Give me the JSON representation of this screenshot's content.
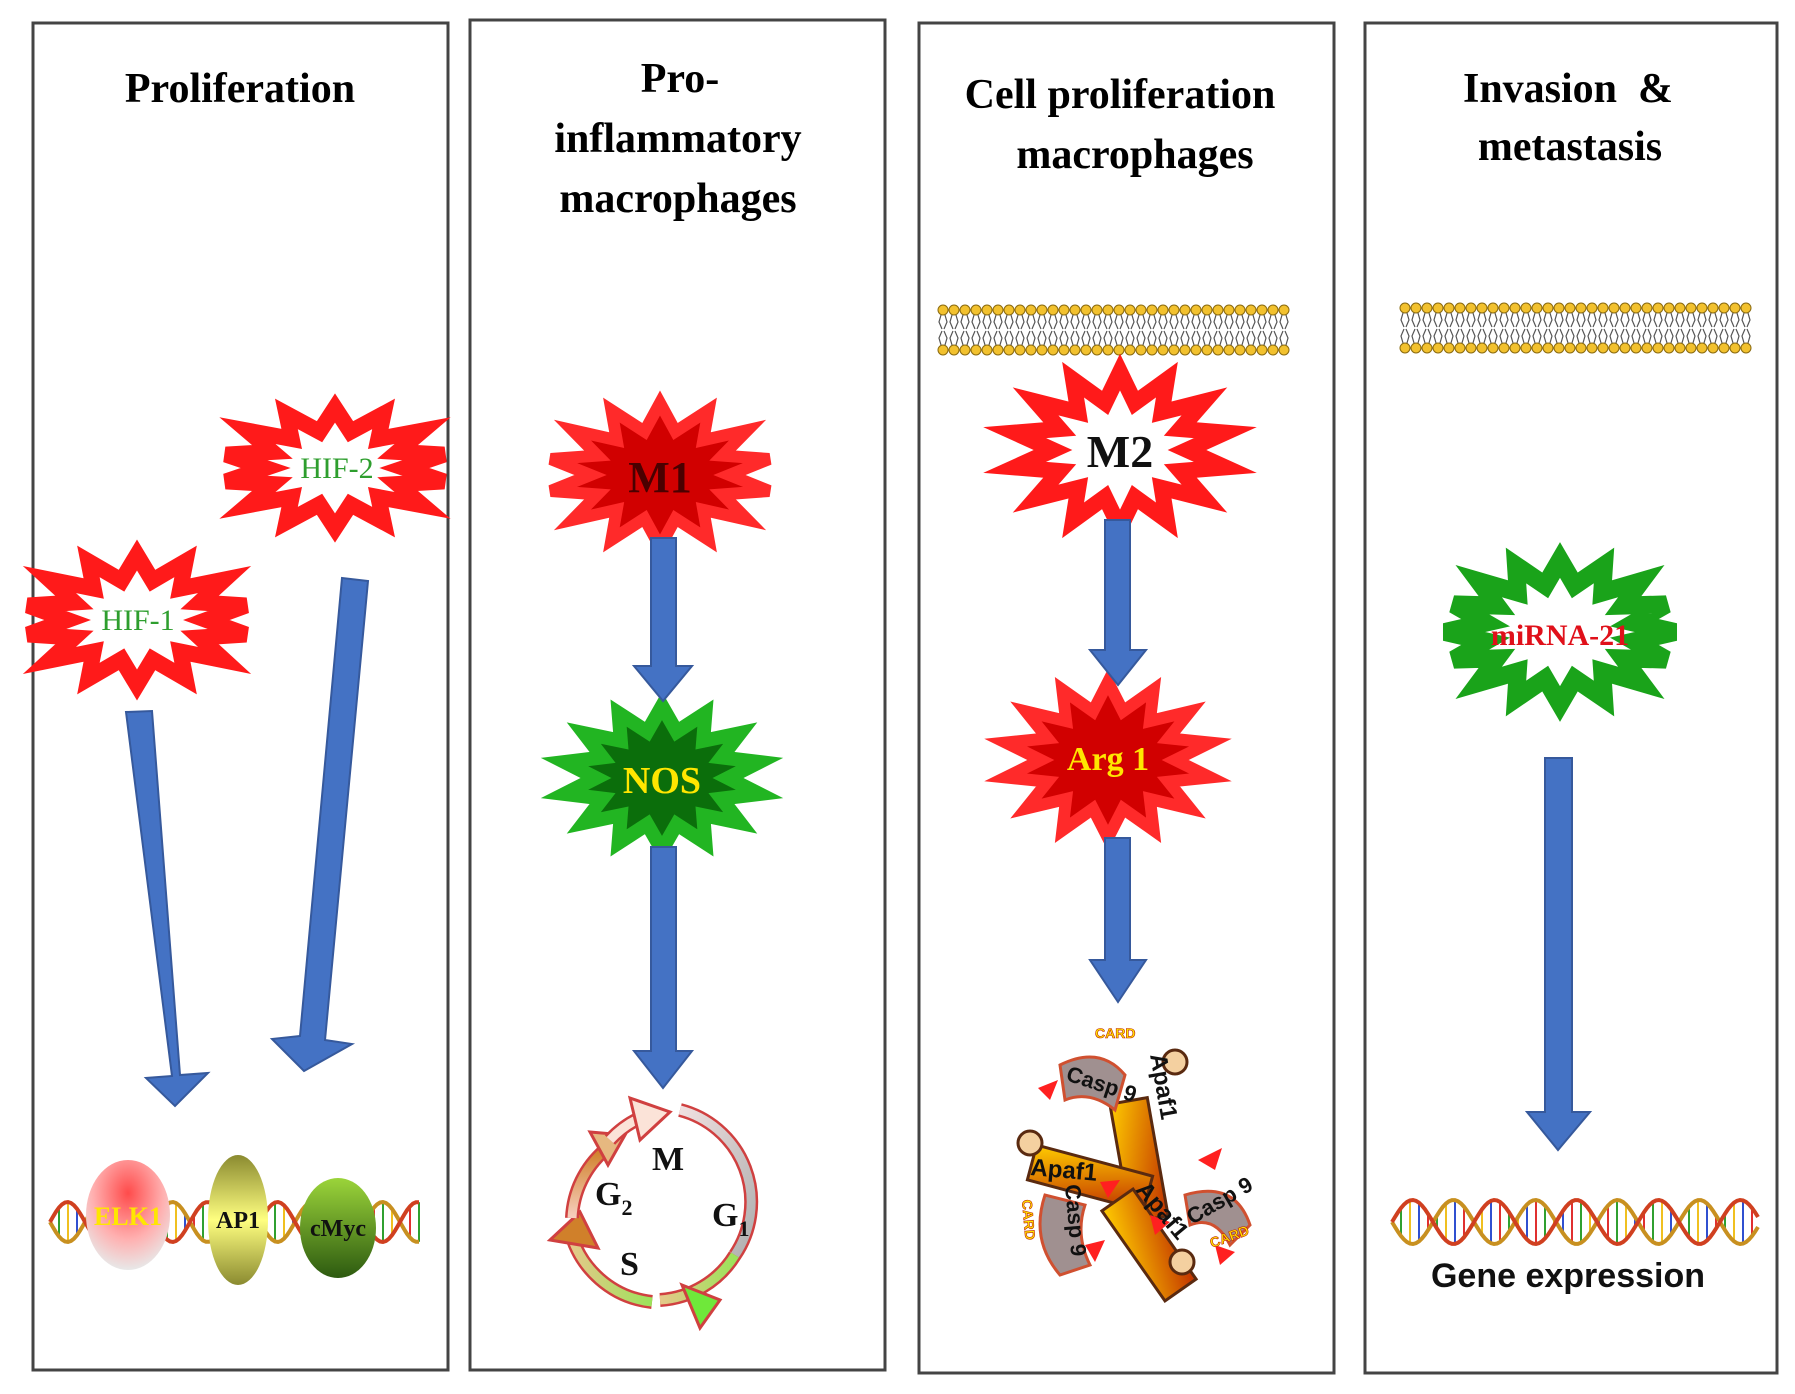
{
  "panels": [
    {
      "title_lines": [
        "Proliferation"
      ],
      "nodes": {
        "hif1": "HIF-1",
        "hif2": "HIF-2"
      },
      "factors": [
        "ELK1",
        "AP1",
        "cMyc"
      ]
    },
    {
      "title_lines": [
        "Pro-",
        "inflammatory",
        "macrophages"
      ],
      "nodes": {
        "m1": "M1",
        "nos": "NOS"
      },
      "cycle": {
        "g1": "G",
        "g1_sub": "1",
        "g2": "G",
        "g2_sub": "2",
        "s": "S",
        "m": "M"
      }
    },
    {
      "title_lines": [
        "Cell proliferation",
        "macrophages"
      ],
      "nodes": {
        "m2": "M2",
        "arg1": "Arg 1"
      },
      "apoptosome": {
        "casp": "Casp 9",
        "apaf": "Apaf1",
        "card": "CARD"
      }
    },
    {
      "title_lines": [
        "Invasion  &",
        "metastasis"
      ],
      "nodes": {
        "mirna": "miRNA-21"
      },
      "caption": "Gene expression"
    }
  ],
  "colors": {
    "burst_red": "#ff1a1a",
    "burst_dark_red": "#d10000",
    "burst_green": "#1aa31a",
    "burst_dark_green": "#0b6e0b",
    "arrow_blue": "#4472c4",
    "text_green": "#2e9e2e",
    "text_red": "#e0101a",
    "text_yellow": "#ffe600"
  },
  "icons": [
    "starburst-icon",
    "arrow-down-icon",
    "dna-helix-icon",
    "cell-membrane-icon",
    "cell-cycle-icon",
    "apoptosome-icon"
  ]
}
